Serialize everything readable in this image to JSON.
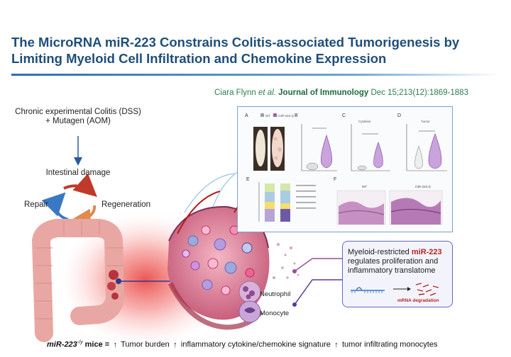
{
  "title": "The MicroRNA miR-223 Constrains Colitis-associated Tumorigenesis by Limiting Myeloid Cell Infiltration and Chemokine Expression",
  "citation": {
    "authors": "Ciara Flynn",
    "etal": "et al.",
    "journal": "Journal of Immunology",
    "date": "Dec 15;213(12):1869-1883"
  },
  "model": {
    "line1": "Chronic experimental Colitis (DSS)",
    "line2": "+ Mutagen (AOM)"
  },
  "cycle": {
    "top": "Intestinal damage",
    "left": "Repair",
    "right": "Regeneration"
  },
  "figure_panel": {
    "labels": [
      "A",
      "B",
      "C",
      "D",
      "E",
      "F"
    ],
    "legend": [
      "WT",
      "miR-223-/y"
    ],
    "c_title": "Cytokine",
    "d_title": "Tumor",
    "f_labels": [
      "WT",
      "miR-223-/y"
    ]
  },
  "callout": {
    "pre": "Myeloid-restricted ",
    "gene": "miR-223",
    "post": " regulates proliferation and inflammatory translatome",
    "mrna": "mRNA degradation"
  },
  "cells": {
    "neutrophil": "Neutrophil",
    "monocyte": "Monocyte"
  },
  "summary": {
    "gene": "miR-223",
    "sup": "-/y",
    "mice": " mice = ",
    "up": "↑",
    "item1": "Tumor burden",
    "item2": "inflammatory cytokine/chemokine signature",
    "item3": "tumor infiltrating monocytes"
  },
  "colors": {
    "title": "#1f4e79",
    "citation": "#2e7d4f",
    "wt": "#9e9e9e",
    "ko": "#9c5fb5",
    "highlight": "#b52424"
  }
}
